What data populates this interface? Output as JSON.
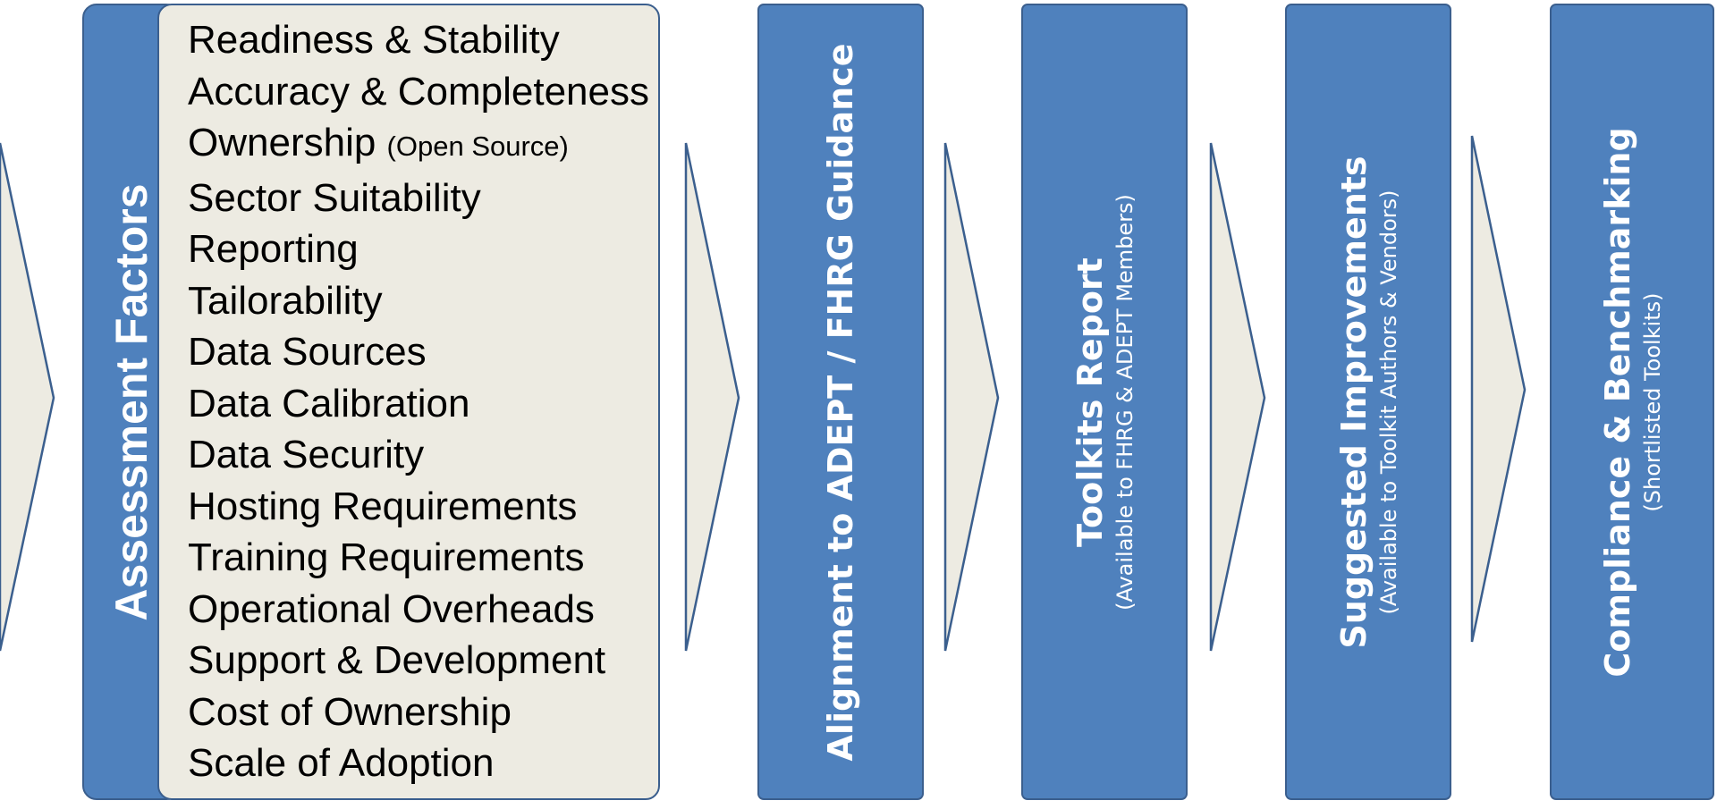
{
  "colors": {
    "panel_fill": "#4f81bd",
    "panel_border": "#3b5f8e",
    "box_fill": "#edebe2",
    "chevron_fill": "#edebe2",
    "chevron_stroke": "#3b5f8e",
    "label_text": "#ffffff",
    "factor_text": "#000000"
  },
  "assessment": {
    "title": "Assessment Factors",
    "factors": [
      {
        "text": "Readiness & Stability",
        "note": ""
      },
      {
        "text": "Accuracy & Completeness",
        "note": ""
      },
      {
        "text": "Ownership",
        "note": "(Open Source)"
      },
      {
        "text": "Sector Suitability",
        "note": ""
      },
      {
        "text": "Reporting",
        "note": ""
      },
      {
        "text": "Tailorability",
        "note": ""
      },
      {
        "text": "Data Sources",
        "note": ""
      },
      {
        "text": "Data Calibration",
        "note": ""
      },
      {
        "text": "Data Security",
        "note": ""
      },
      {
        "text": "Hosting Requirements",
        "note": ""
      },
      {
        "text": "Training Requirements",
        "note": ""
      },
      {
        "text": "Operational Overheads",
        "note": ""
      },
      {
        "text": "Support & Development",
        "note": ""
      },
      {
        "text": "Cost of Ownership",
        "note": ""
      },
      {
        "text": "Scale of Adoption",
        "note": ""
      }
    ]
  },
  "stages": [
    {
      "title": "Alignment to ADEPT / FHRG Guidance",
      "subtitle": ""
    },
    {
      "title": "Toolkits Report",
      "subtitle": "(Available to FHRG & ADEPT Members)"
    },
    {
      "title": "Suggested Improvements",
      "subtitle": "(Available to Toolkit Authors & Vendors)"
    },
    {
      "title": "Compliance & Benchmarking",
      "subtitle": "(Shortlisted Toolkits)"
    }
  ]
}
